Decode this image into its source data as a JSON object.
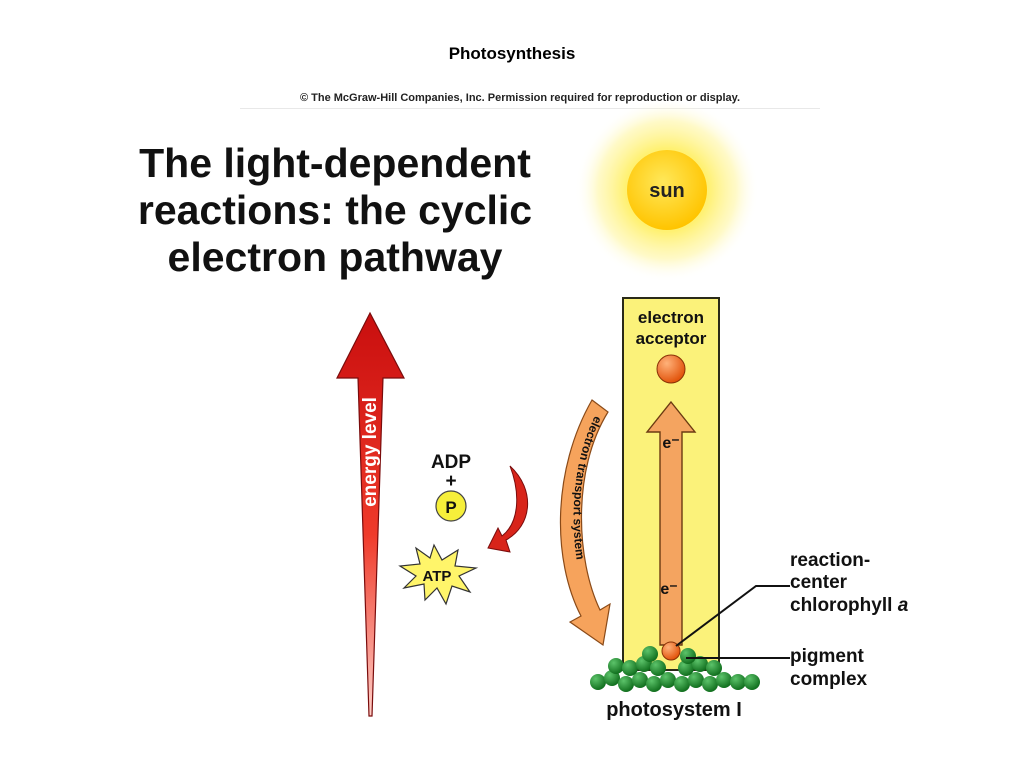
{
  "slide_title": "Photosynthesis",
  "copyright": "© The McGraw-Hill Companies, Inc. Permission required for reproduction or display.",
  "heading_lines": [
    "The light-dependent",
    "reactions: the cyclic",
    "electron pathway"
  ],
  "labels": {
    "sun": "sun",
    "energy_level": "energy level",
    "electron_acceptor_line1": "electron",
    "electron_acceptor_line2": "acceptor",
    "electron_top": "e⁻",
    "electron_bottom": "e⁻",
    "electron_transport": "electron transport system",
    "adp": "ADP",
    "plus": "+",
    "phosphate": "P",
    "atp": "ATP",
    "reaction_center_line1": "reaction-",
    "reaction_center_line2": "center",
    "reaction_center_line3": "chlorophyll",
    "reaction_center_italic": "a",
    "pigment_line1": "pigment",
    "pigment_line2": "complex",
    "photosystem": "photosystem I"
  },
  "colors": {
    "column_fill": "#fbf27a",
    "column_stroke": "#2a2a18",
    "energy_arrow": "#e0201a",
    "electron_arrow": "#f4a460",
    "transport_arrow": "#f6a35c",
    "adp_arrow": "#d8241a",
    "sun": "#ffd200",
    "pigment": "#1f8a2c",
    "electron_ball": "#ee6a1c",
    "phosphate": "#f6ef3a",
    "atp_burst": "#fff56a"
  }
}
